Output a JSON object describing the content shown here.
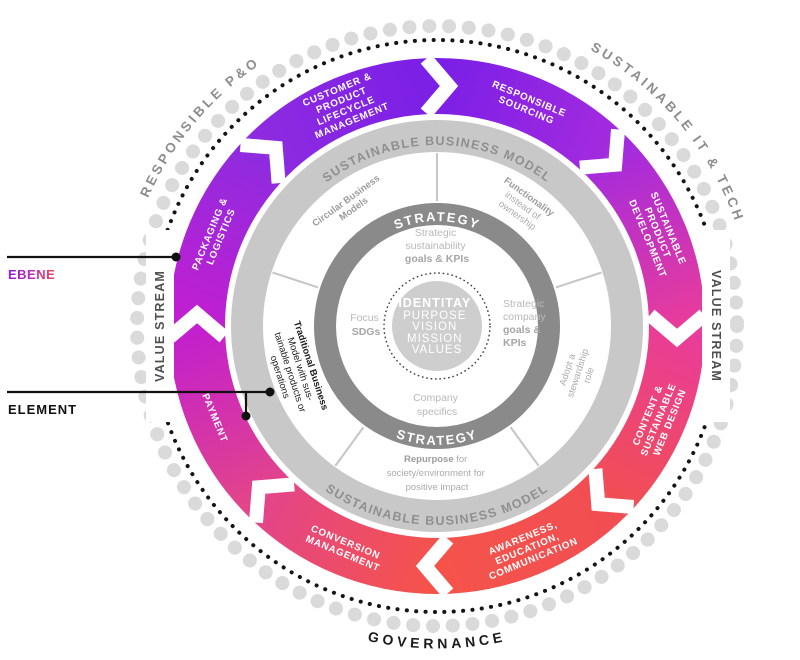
{
  "diagram": {
    "outer_labels": {
      "top_left": "RESPONSIBLE P&O",
      "top_right": "SUSTAINABLE IT & TECH",
      "bottom": "GOVERNANCE"
    },
    "legend": {
      "ebene": "EBENE",
      "element": "ELEMENT"
    },
    "value_stream_left": "VALUE STREAM",
    "value_stream_right": "VALUE STREAM",
    "ring_band_label_top": "SUSTAINABLE BUSINESS MODEL",
    "ring_band_label_bottom": "SUSTAINABLE BUSINESS MODEL",
    "strategy_label_top": "STRATEGY",
    "strategy_label_bottom": "STRATEGY",
    "cycle": {
      "customer": {
        "l1": "CUSTOMER &",
        "l2": "PRODUCT",
        "l3": "LIFECYCLE",
        "l4": "MANAGEMENT"
      },
      "sourcing": {
        "l1": "RESPONSIBLE",
        "l2": "SOURCING"
      },
      "product_dev": {
        "l1": "SUSTAINABLE",
        "l2": "PRODUCT",
        "l3": "DEVELOPMENT"
      },
      "web_design": {
        "l1": "CONTENT &",
        "l2": "SUSTAINABLE",
        "l3": "WEB DESIGN"
      },
      "awareness": {
        "l1": "AWARENESS,",
        "l2": "EDUCATION,",
        "l3": "COMMUNICATION"
      },
      "conversion": {
        "l1": "CONVERSION",
        "l2": "MANAGEMENT"
      },
      "payment": {
        "l1": "PAYMENT"
      },
      "packaging": {
        "l1": "PACKAGING &",
        "l2": "LOGISTICS"
      }
    },
    "model_segments": {
      "circular": {
        "l1": "Circular Business",
        "l2": "Models"
      },
      "functionality": {
        "l1": "Functionality",
        "l2": "instead of",
        "l3": "ownership"
      },
      "stewardship": {
        "l1": "Adopt a",
        "l2": "stewardship",
        "l3": "role"
      },
      "repurpose": {
        "l1": "Repurpose",
        "l1b": " for",
        "l2": "society/environment for",
        "l3": "positive impact"
      },
      "traditional": {
        "l1": "Traditional Business",
        "l2": "Model with sus-",
        "l3": "tainable products or",
        "l4": "operations"
      }
    },
    "core": {
      "top": {
        "l1": "Strategic",
        "l2": "sustainability",
        "l3": "goals & KPIs"
      },
      "right": {
        "l1": "Strategic",
        "l2": "company",
        "l3": "goals &",
        "l4": "KPIs"
      },
      "bottom": {
        "l1": "Company",
        "l2": "specifics"
      },
      "left": {
        "l1": "Focus",
        "l2": "SDGs"
      },
      "center": {
        "l1": "IDENTITAY",
        "l2": "PURPOSE",
        "l3": "VISION",
        "l4": "MISSION",
        "l5": "VALUES"
      }
    },
    "colors": {
      "gradient_top": "#7B1FE7",
      "gradient_45": "#A42BDE",
      "gradient_right": "#E93C9B",
      "gradient_135": "#F14E53",
      "gradient_bottom": "#F5534A",
      "gradient_225": "#E34589",
      "gradient_left": "#C21FD0",
      "gradient_315": "#8E2BE0",
      "outer_dots": "#DADADA",
      "inner_dots": "#151515",
      "light_ring": "#C8C8C8",
      "dark_ring": "#8A8A8A",
      "center_circle": "#CECECE",
      "gray_text": "#8D8D8D",
      "black_text": "#1A1A1A"
    }
  }
}
